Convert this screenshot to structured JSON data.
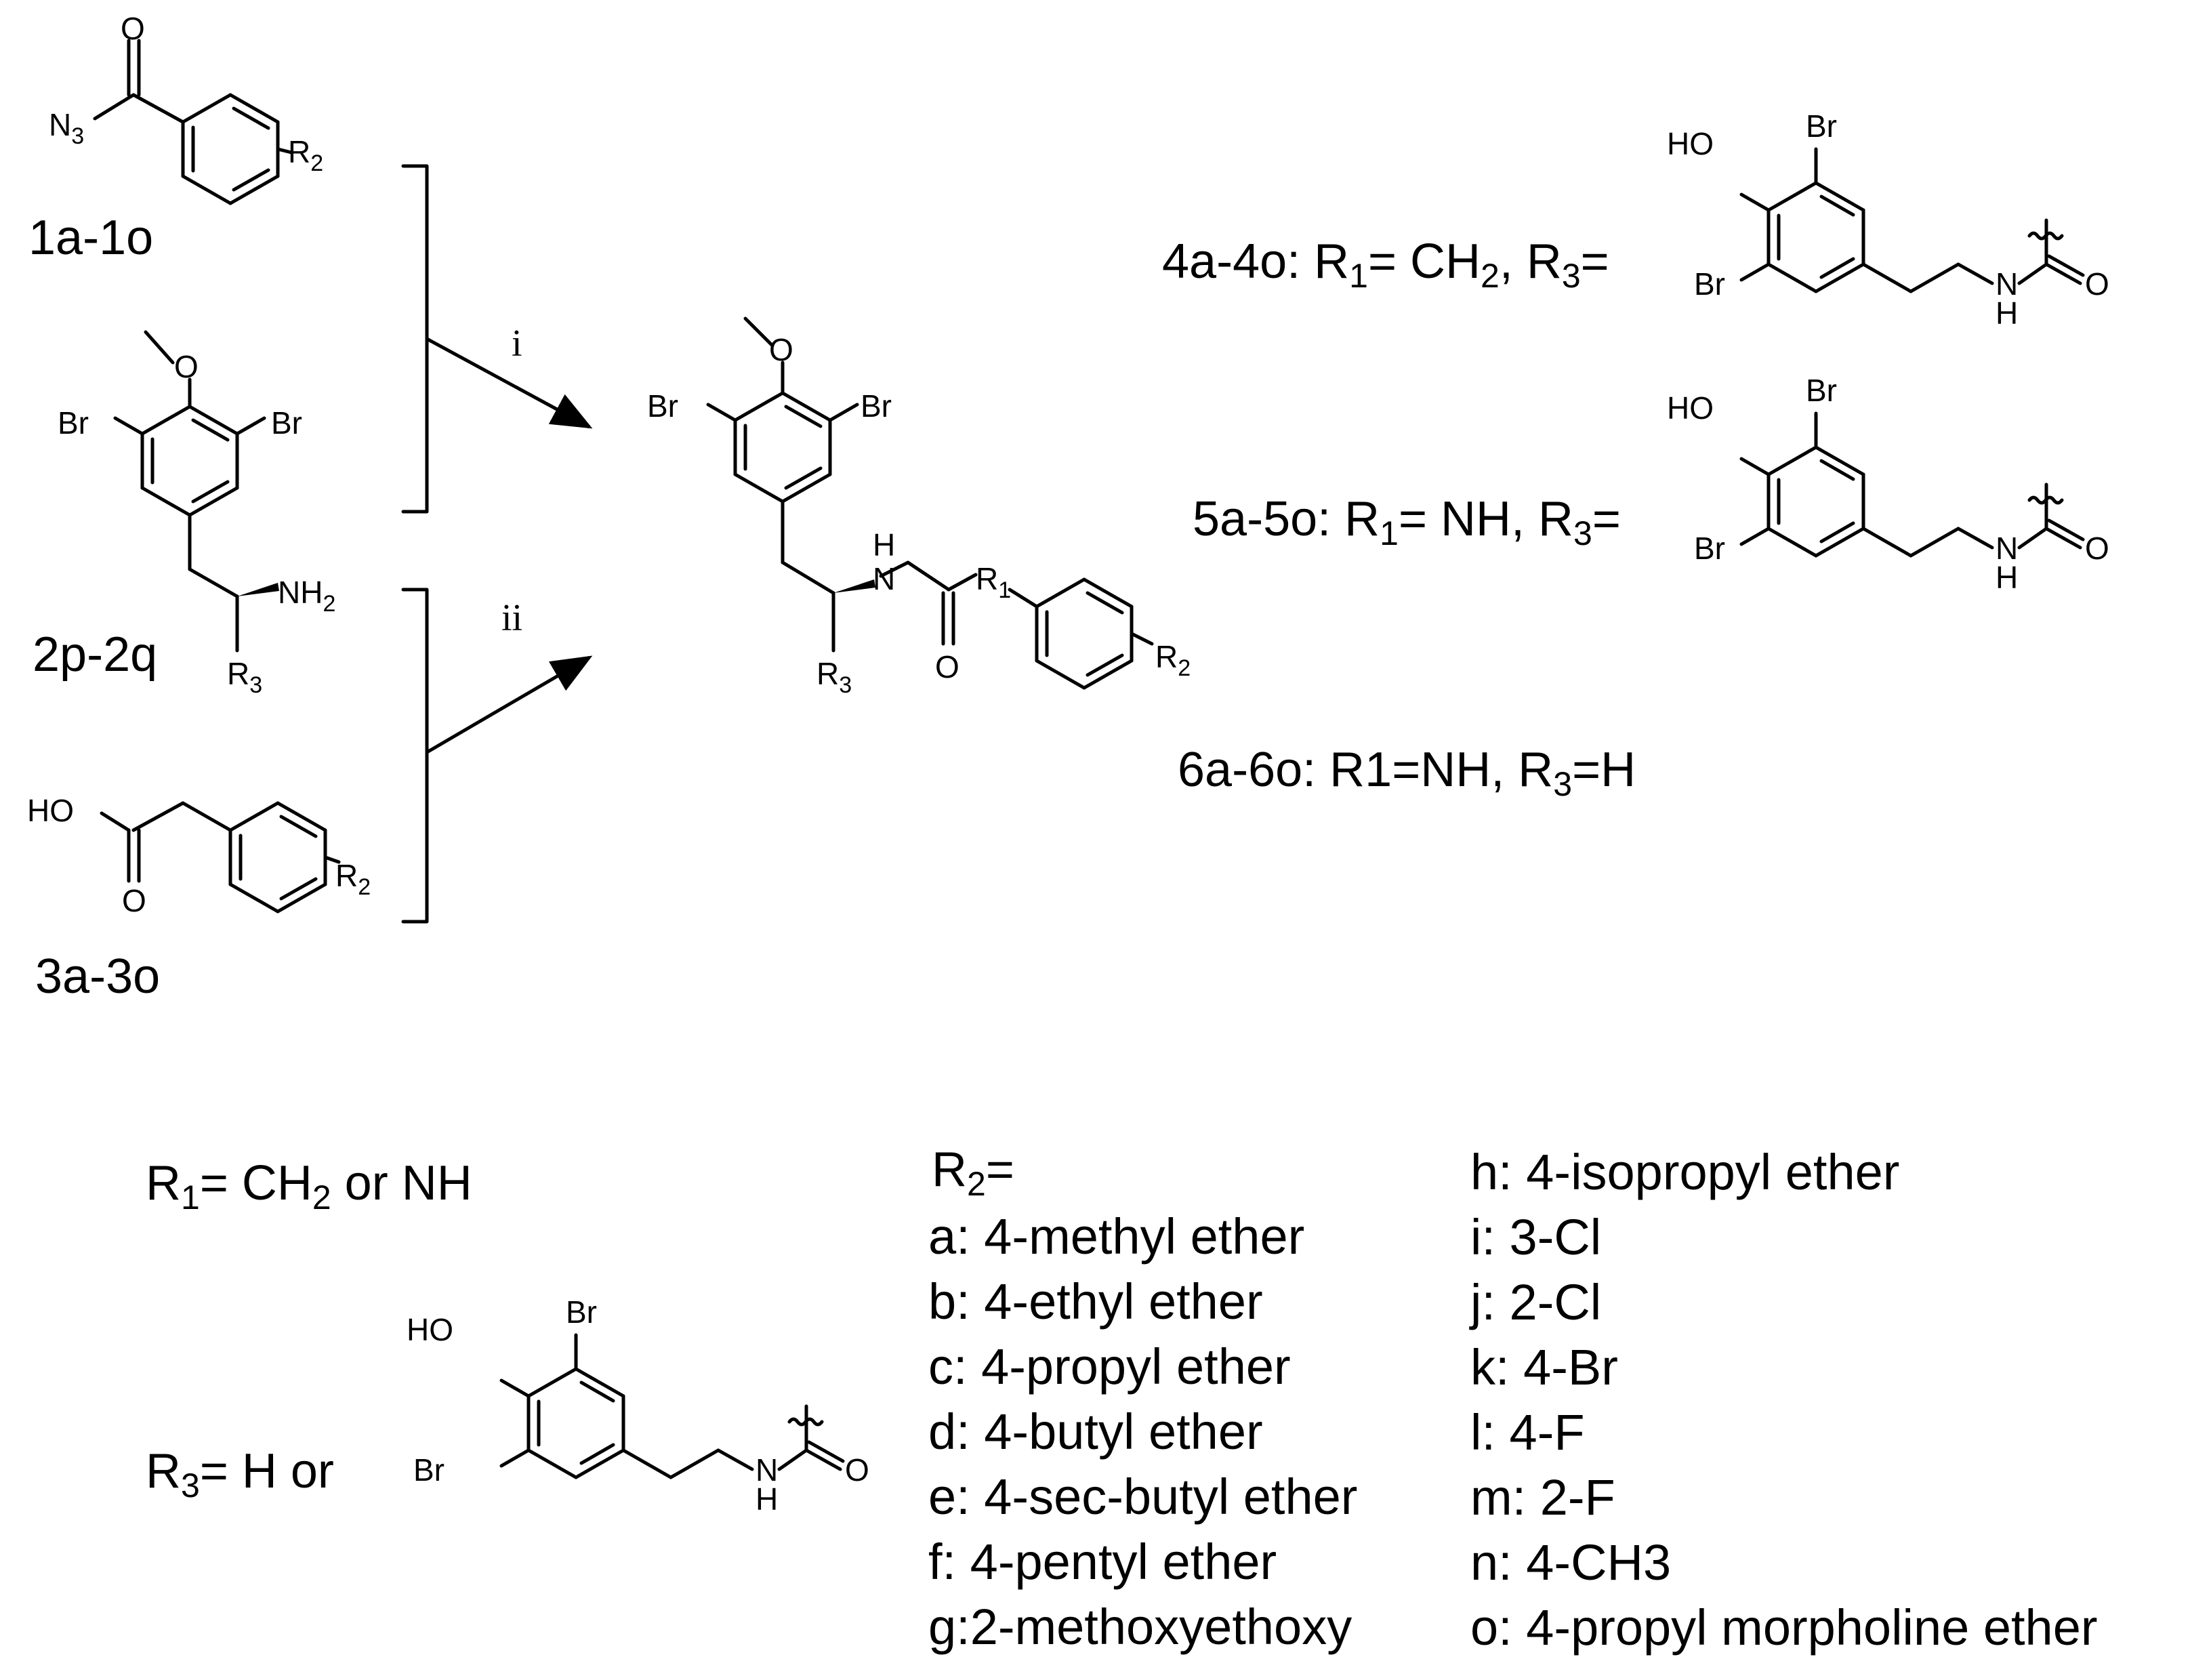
{
  "compounds": {
    "c1": "1a-1o",
    "c2": "2p-2q",
    "c3": "3a-3o"
  },
  "atoms": {
    "O": "O",
    "N3": "N",
    "N3_sub": "3",
    "R": "R",
    "R2_sub": "2",
    "R1_sub": "1",
    "R3_sub": "3",
    "Br": "Br",
    "NH2": "NH",
    "NH2_sub": "2",
    "HO": "HO",
    "H": "H",
    "N": "N"
  },
  "reagents": {
    "i": "i",
    "ii": "ii"
  },
  "series": {
    "s4_prefix": "4a-4o: R",
    "s4_mid": "= CH",
    "s4_mid_sub": "2",
    "s4_tail": ", R",
    "s4_eq": "=",
    "s5_prefix": "5a-5o: R",
    "s5_mid": "= NH, R",
    "s5_eq": "=",
    "s6_a": "6a-6o: R1=NH, R",
    "s6_b": "=H"
  },
  "legend": {
    "r1_a": "R",
    "r1_b": "= CH",
    "r1_c": "2",
    "r1_d": " or NH",
    "r3_a": "R",
    "r3_b": "= H or",
    "r2_head": "R",
    "r2_eq": "=",
    "left_items": [
      "a: 4-methyl ether",
      "b: 4-ethyl ether",
      "c: 4-propyl ether",
      "d: 4-butyl ether",
      "e: 4-sec-butyl ether",
      "f: 4-pentyl ether",
      "g:2-methoxyethoxy"
    ],
    "right_items": [
      "h: 4-isopropyl ether",
      "i: 3-Cl",
      "j: 2-Cl",
      "k: 4-Br",
      "l: 4-F",
      "m: 2-F",
      "n: 4-CH3",
      "o: 4-propyl morpholine ether"
    ]
  }
}
